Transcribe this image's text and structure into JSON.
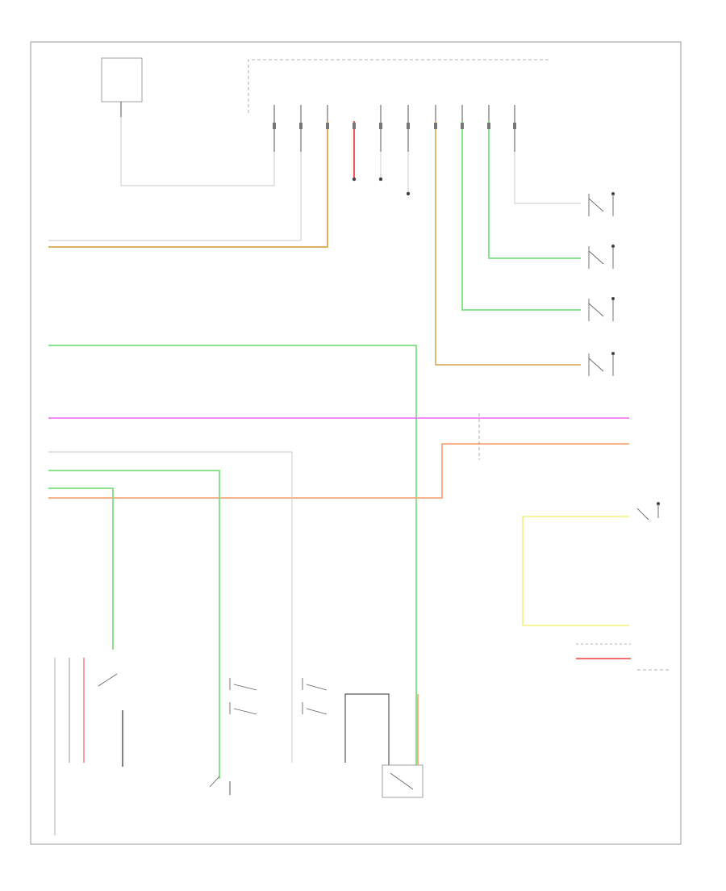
{
  "diagram": {
    "labels": {
      "fuse_box_top_left": "",
      "ecm_top": "",
      "right_block": "",
      "legend_1": "",
      "legend_2": "",
      "bottom_left_page": ""
    },
    "wire_colors": {
      "white": "#d4d4d4",
      "orange_yellow": "#e0b064",
      "red": "#ee5a5a",
      "green": "#7ee07e",
      "pink": "#ef66ef",
      "orange": "#f7a87a",
      "yellow": "#f0f07a",
      "gray": "#b0b0b0"
    },
    "icons": [
      "switch-symbol",
      "ground-symbol",
      "connector-pin",
      "splice-dot"
    ]
  }
}
